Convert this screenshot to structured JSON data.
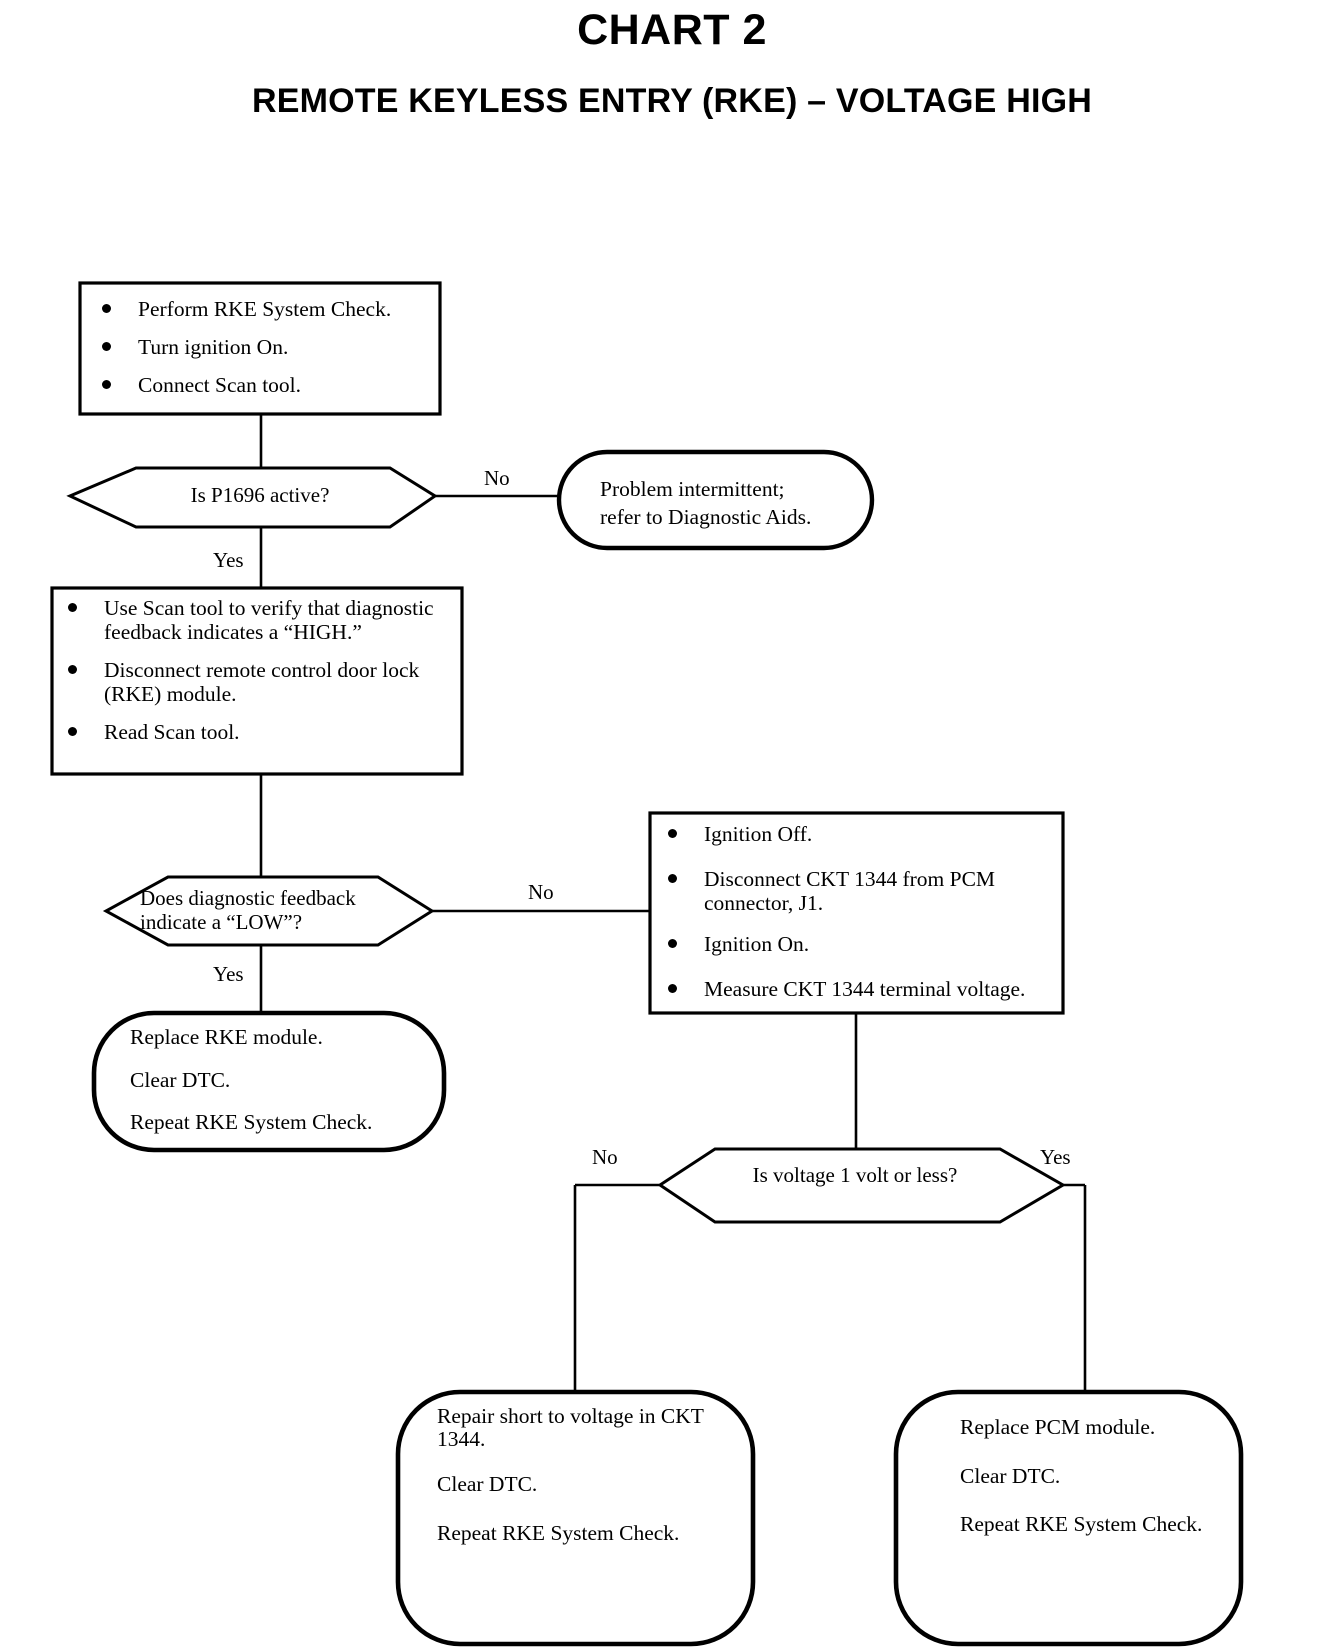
{
  "document": {
    "chart_number": "CHART 2",
    "chart_title": "REMOTE KEYLESS ENTRY (RKE) – VOLTAGE HIGH"
  },
  "flowchart": {
    "type": "flowchart",
    "nodes": {
      "step1": {
        "shape": "process",
        "bullets": [
          "Perform RKE System Check.",
          "Turn ignition On.",
          "Connect Scan tool."
        ]
      },
      "decision1": {
        "shape": "decision",
        "text": "Is P1696 active?"
      },
      "terminal_intermittent": {
        "shape": "terminal",
        "lines": [
          "Problem intermittent;",
          "refer to Diagnostic Aids."
        ]
      },
      "step2": {
        "shape": "process",
        "bullets": [
          "Use Scan tool to verify that diagnostic feedback indicates a “HIGH.”",
          "Disconnect remote control door lock (RKE) module.",
          "Read Scan tool."
        ]
      },
      "decision2": {
        "shape": "decision",
        "line1": "Does diagnostic feedback",
        "line2": "indicate a “LOW”?"
      },
      "step3": {
        "shape": "process",
        "bullets": [
          "Ignition Off.",
          "Disconnect CKT 1344 from PCM connector, J1.",
          "Ignition On.",
          "Measure CKT 1344 terminal voltage."
        ]
      },
      "terminal_replace_rke": {
        "shape": "terminal",
        "lines": [
          "Replace RKE module.",
          "Clear DTC.",
          "Repeat RKE System Check."
        ]
      },
      "decision3": {
        "shape": "decision",
        "text": "Is voltage 1 volt or less?"
      },
      "terminal_repair_short": {
        "shape": "terminal",
        "lines": [
          "Repair short to voltage in CKT 1344.",
          "Clear DTC.",
          "Repeat RKE System Check."
        ]
      },
      "terminal_replace_pcm": {
        "shape": "terminal",
        "lines": [
          "Replace PCM module.",
          "Clear  DTC.",
          "Repeat RKE System Check."
        ]
      }
    },
    "edge_labels": {
      "d1_no": "No",
      "d1_yes": "Yes",
      "d2_no": "No",
      "d2_yes": "Yes",
      "d3_no": "No",
      "d3_yes": "Yes"
    },
    "colors": {
      "stroke": "#000000",
      "background": "#ffffff"
    }
  }
}
